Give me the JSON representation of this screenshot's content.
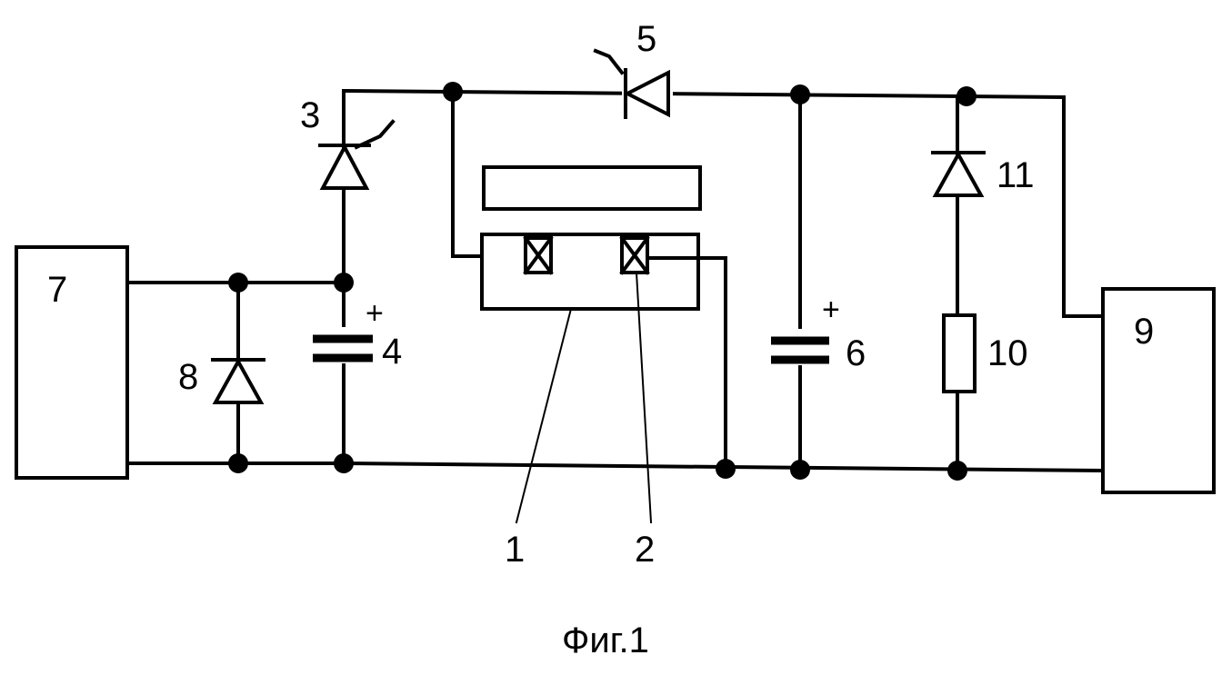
{
  "labels": {
    "block7": "7",
    "block9": "9",
    "thyristor3": "3",
    "capacitor4": "4",
    "thyristor5": "5",
    "capacitor6": "6",
    "diode8": "8",
    "resistor10": "10",
    "diode11": "11",
    "part1": "1",
    "part2": "2",
    "plus4": "+",
    "plus6": "+"
  },
  "caption": "Фиг.1"
}
